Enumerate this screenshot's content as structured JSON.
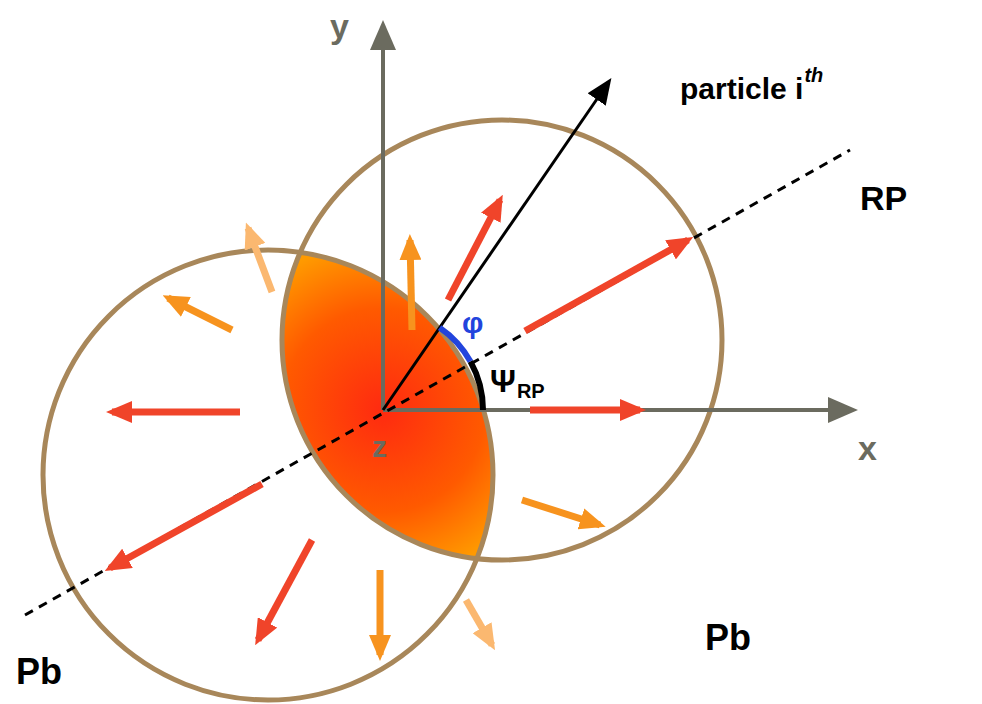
{
  "diagram": {
    "labels": [
      "y",
      "x",
      "z",
      "particle i",
      "th",
      "RP",
      "φ",
      "Ψ",
      "RP",
      "Pb",
      "Pb"
    ]
  }
}
